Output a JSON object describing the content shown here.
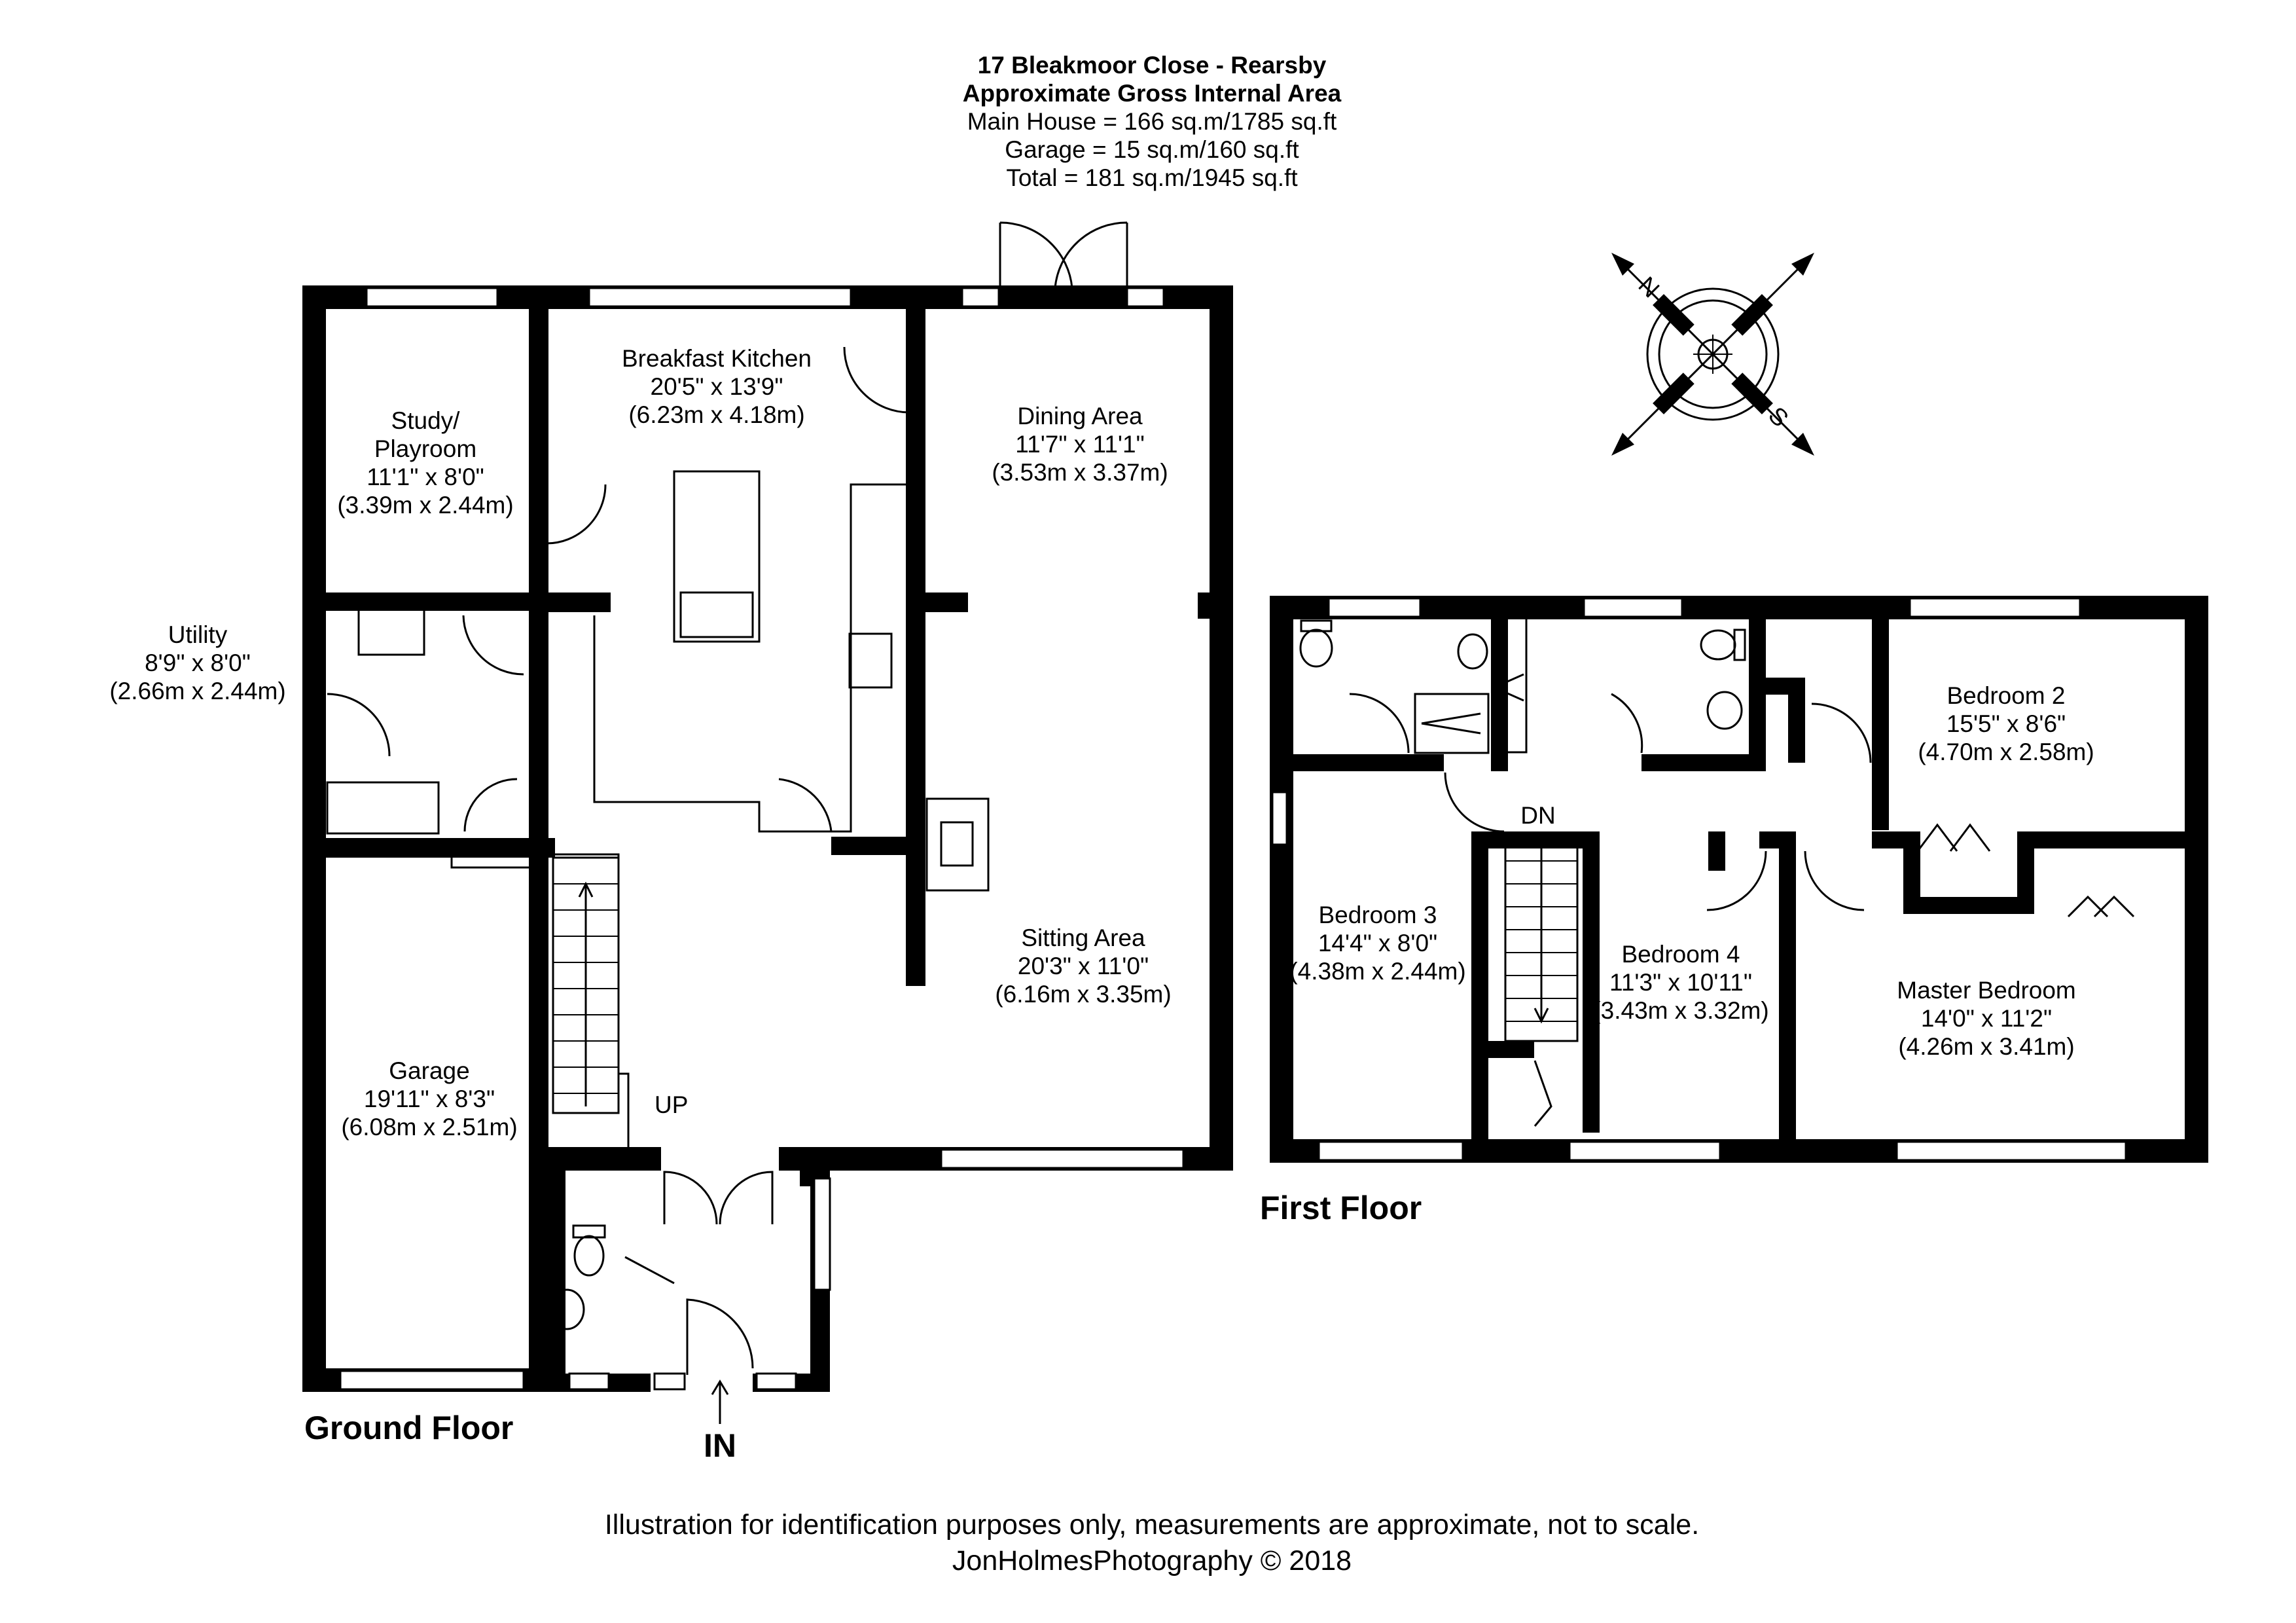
{
  "header": {
    "address": "17 Bleakmoor Close - Rearsby",
    "area_title": "Approximate Gross Internal Area",
    "main_house": "Main House = 166 sq.m/1785 sq.ft",
    "garage": "Garage = 15 sq.m/160 sq.ft",
    "total": "Total = 181 sq.m/1945 sq.ft"
  },
  "compass": {
    "north": "N",
    "south": "S"
  },
  "ground_floor": {
    "title": "Ground Floor",
    "entrance": "IN",
    "stairs": "UP",
    "rooms": {
      "study": [
        "Study/",
        "Playroom",
        "11'1\" x 8'0\"",
        "(3.39m x 2.44m)"
      ],
      "kitchen": [
        "Breakfast Kitchen",
        "20'5\" x 13'9\"",
        "(6.23m x 4.18m)"
      ],
      "dining": [
        "Dining Area",
        "11'7\" x 11'1\"",
        "(3.53m x 3.37m)"
      ],
      "utility": [
        "Utility",
        "8'9\" x 8'0\"",
        "(2.66m x 2.44m)"
      ],
      "sitting": [
        "Sitting Area",
        "20'3\" x 11'0\"",
        "(6.16m x 3.35m)"
      ],
      "garage": [
        "Garage",
        "19'11\" x 8'3\"",
        "(6.08m x 2.51m)"
      ]
    }
  },
  "first_floor": {
    "title": "First Floor",
    "stairs": "DN",
    "rooms": {
      "bedroom2": [
        "Bedroom 2",
        "15'5\" x 8'6\"",
        "(4.70m x 2.58m)"
      ],
      "bedroom3": [
        "Bedroom 3",
        "14'4\" x 8'0\"",
        "(4.38m x 2.44m)"
      ],
      "bedroom4": [
        "Bedroom 4",
        "11'3\" x 10'11\"",
        "(3.43m x 3.32m)"
      ],
      "master": [
        "Master Bedroom",
        "14'0\" x 11'2\"",
        "(4.26m x 3.41m)"
      ]
    }
  },
  "footer": {
    "disclaimer": "Illustration for identification purposes only, measurements are approximate, not to scale.",
    "copyright": "JonHolmesPhotography © 2018"
  }
}
